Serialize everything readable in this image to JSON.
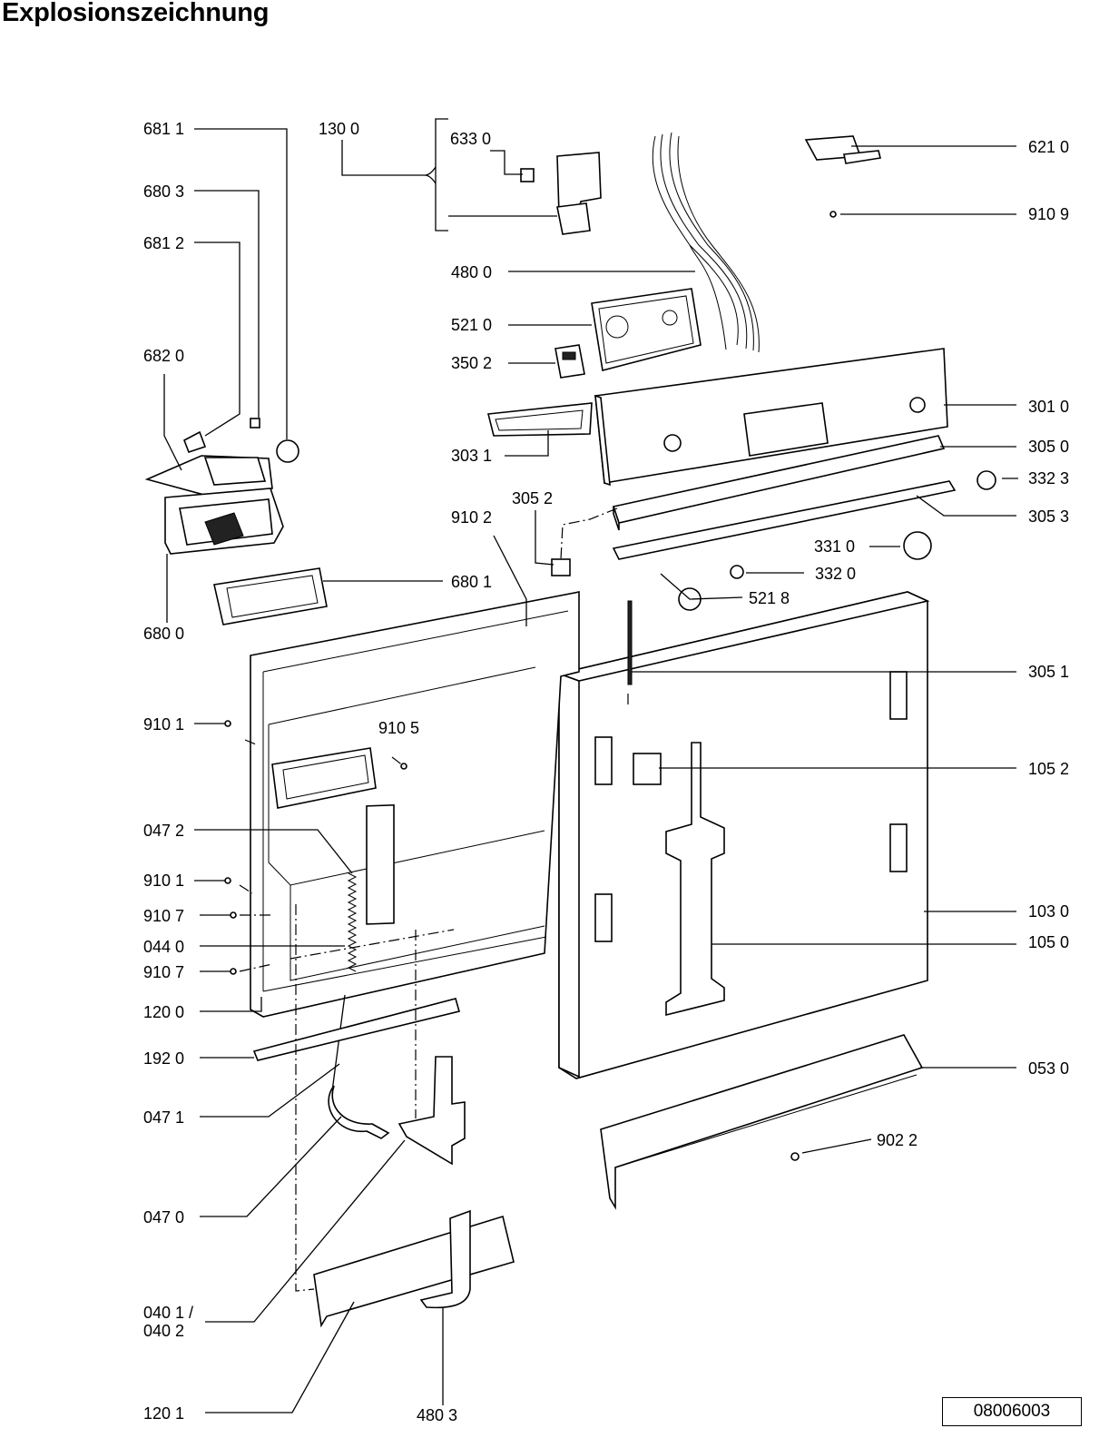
{
  "title": "Explosionszeichnung",
  "document_number": "08006003",
  "labels": {
    "l6811": "681 1",
    "l1300": "130 0",
    "l6330": "633 0",
    "l6210": "621 0",
    "l6803": "680 3",
    "l9109": "910 9",
    "l6812": "681 2",
    "l4800": "480 0",
    "l5210": "521 0",
    "l6820": "682 0",
    "l3502": "350 2",
    "l3010": "301 0",
    "l3031": "303 1",
    "l3050": "305 0",
    "l3052": "305 2",
    "l3323": "332 3",
    "l9102": "910 2",
    "l3053": "305 3",
    "l3310": "331 0",
    "l3320": "332 0",
    "l6801": "680 1",
    "l5218": "521 8",
    "l6800": "680 0",
    "l3051": "305 1",
    "l9101a": "910 1",
    "l9105": "910 5",
    "l1052": "105 2",
    "l0472": "047 2",
    "l9101b": "910 1",
    "l1030": "103 0",
    "l9107a": "910 7",
    "l0440": "044 0",
    "l1050": "105 0",
    "l9107b": "910 7",
    "l1200": "120 0",
    "l1920": "192 0",
    "l0530": "053 0",
    "l0471": "047 1",
    "l9022": "902 2",
    "l0470": "047 0",
    "l0401": "040 1 /",
    "l0402": "040 2",
    "l1201": "120 1",
    "l4803": "480 3"
  }
}
